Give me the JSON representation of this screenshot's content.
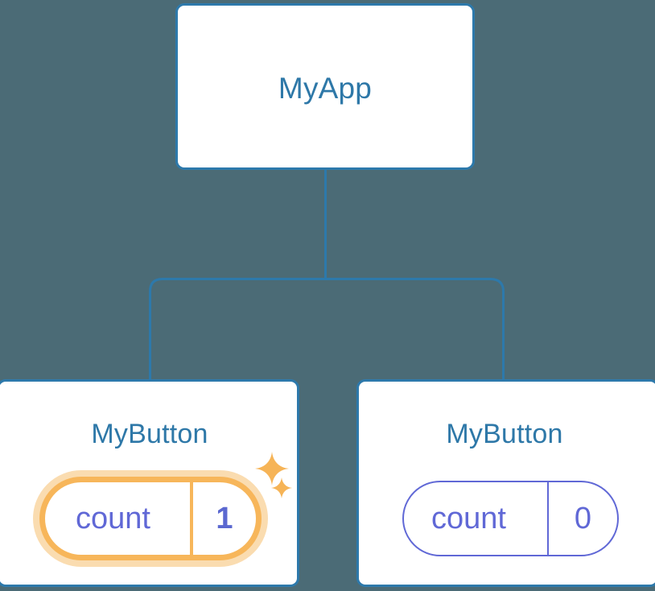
{
  "diagram": {
    "type": "component-tree",
    "background_color": "#4b6b76",
    "accent_color": "#2d79ab",
    "state_color": "#6068d6",
    "highlight_color": "#f7b65a",
    "highlight_glow_color": "#fadcb0",
    "root": {
      "label": "MyApp"
    },
    "children": [
      {
        "label": "MyButton",
        "highlighted": true,
        "state": {
          "key": "count",
          "value": "1"
        },
        "sparkles": [
          {
            "name": "sparkle-large-icon"
          },
          {
            "name": "sparkle-small-icon"
          }
        ]
      },
      {
        "label": "MyButton",
        "highlighted": false,
        "state": {
          "key": "count",
          "value": "0"
        }
      }
    ]
  }
}
